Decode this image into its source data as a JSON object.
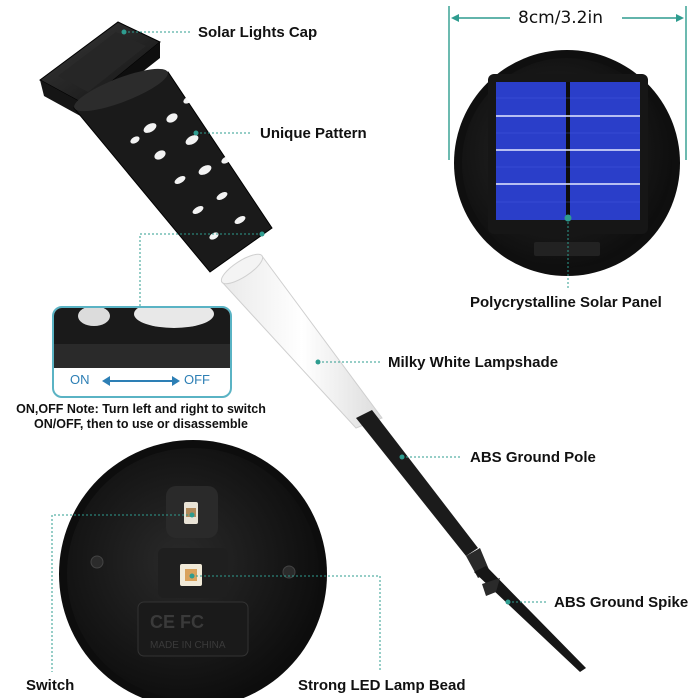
{
  "labels": {
    "cap": "Solar Lights Cap",
    "pattern": "Unique Pattern",
    "panel": "Polycrystalline Solar Panel",
    "lampshade": "Milky White Lampshade",
    "pole": "ABS Ground Pole",
    "spike": "ABS Ground Spike",
    "switch": "Switch",
    "led": "Strong LED Lamp Bead"
  },
  "dimension": "8cm/3.2in",
  "switch_detail": {
    "on": "ON",
    "off": "OFF"
  },
  "note": {
    "line1": "ON,OFF Note: Turn left and right to switch",
    "line2": "ON/OFF, then to use or disassemble"
  },
  "colors": {
    "accent": "#2e9c8f",
    "panel_blue": "#2a3ec9",
    "product_black": "#1c1c1c"
  }
}
